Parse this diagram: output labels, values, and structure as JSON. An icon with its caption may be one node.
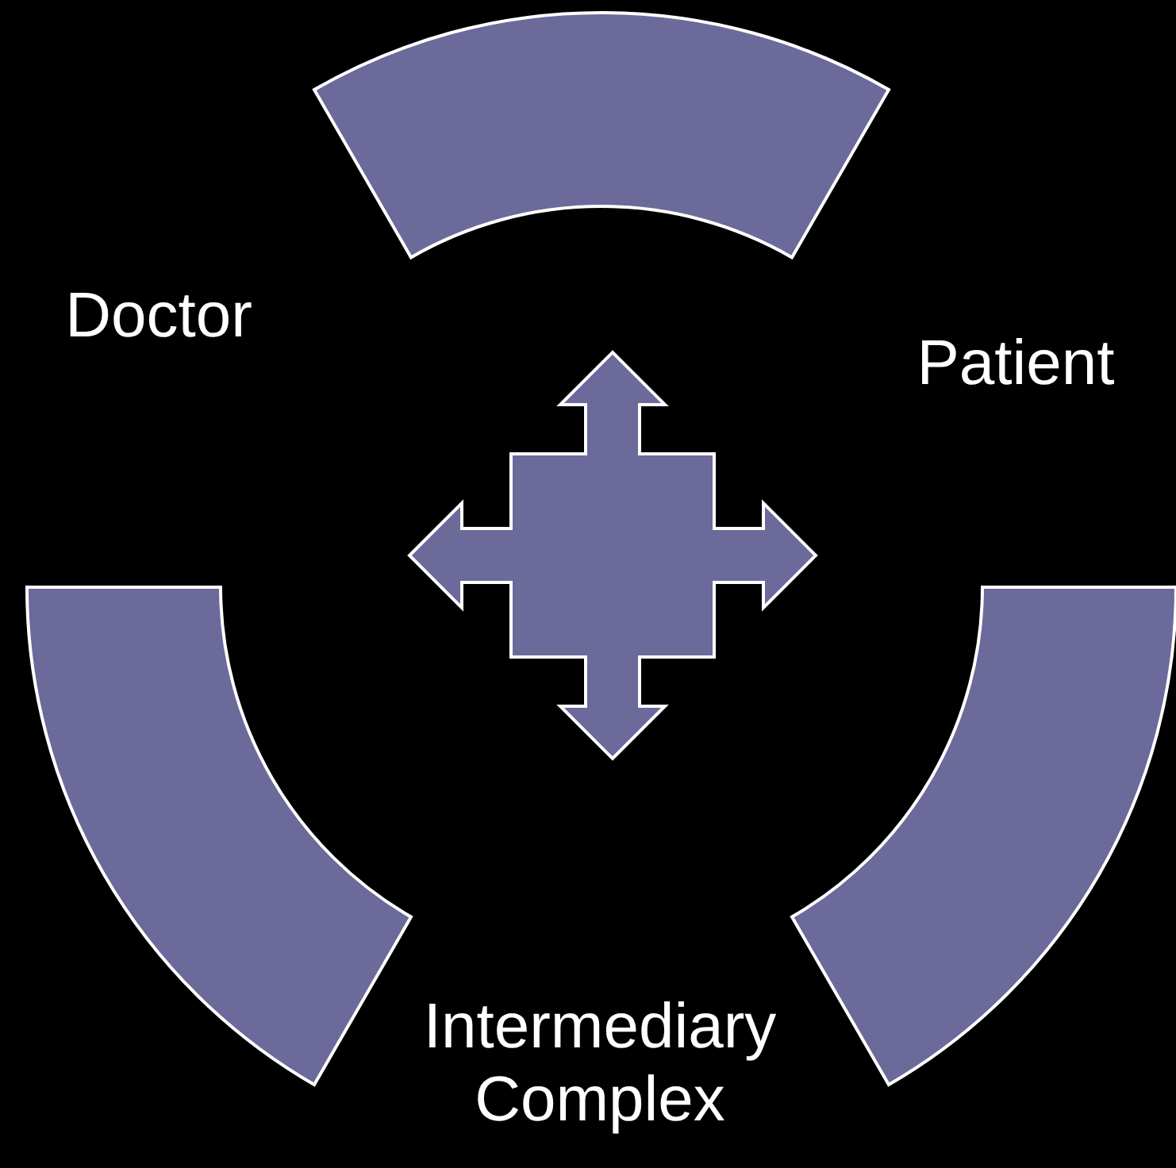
{
  "diagram": {
    "nodes": [
      {
        "text": [],
        "shape": "band"
      },
      {
        "text": [],
        "shape": "band"
      },
      {
        "text": [],
        "shape": "band"
      },
      {
        "text": [],
        "shape": "cross"
      }
    ],
    "labels": [
      "Doctor",
      "Patient",
      "Intermediary Complex"
    ]
  }
}
